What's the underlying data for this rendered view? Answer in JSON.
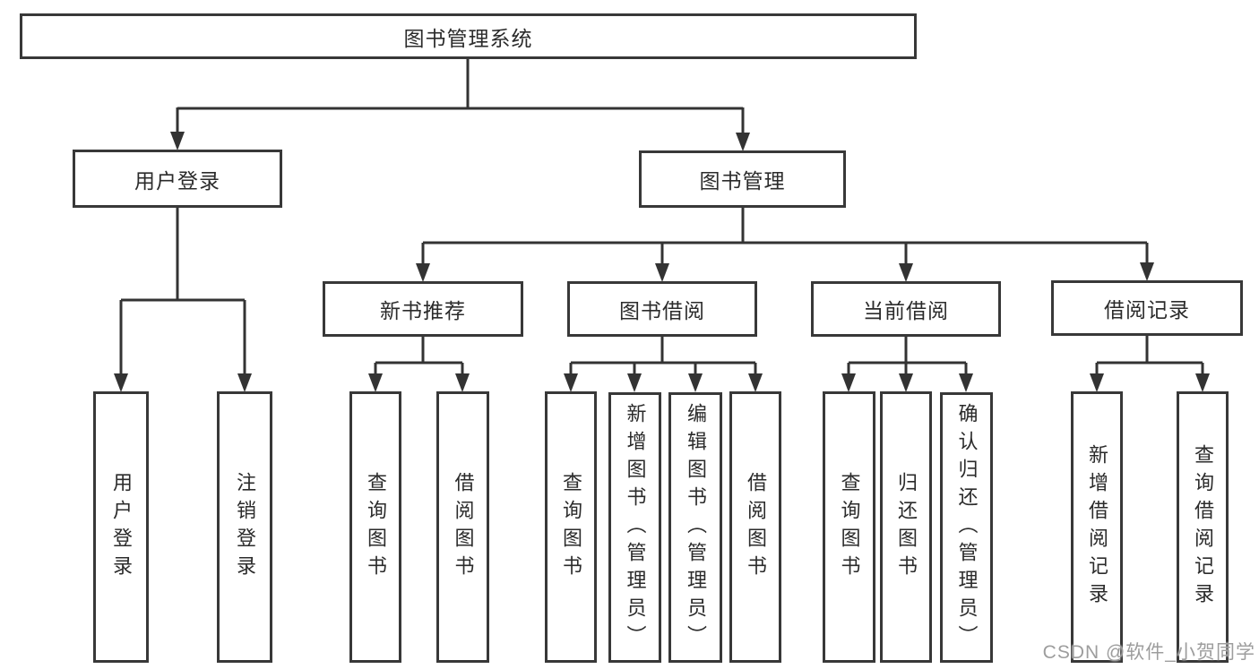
{
  "diagram": {
    "title_node": {
      "label": "图书管理系统"
    },
    "branches": [
      {
        "label": "用户登录",
        "children": [
          {
            "label": "用户登录"
          },
          {
            "label": "注销登录"
          }
        ]
      },
      {
        "label": "图书管理",
        "children": [
          {
            "label": "新书推荐",
            "children": [
              {
                "label": "查询图书"
              },
              {
                "label": "借阅图书"
              }
            ]
          },
          {
            "label": "图书借阅",
            "children": [
              {
                "label": "查询图书"
              },
              {
                "label": "新增图书（管理员）"
              },
              {
                "label": "编辑图书（管理员）"
              },
              {
                "label": "借阅图书"
              }
            ]
          },
          {
            "label": "当前借阅",
            "children": [
              {
                "label": "查询图书"
              },
              {
                "label": "归还图书"
              },
              {
                "label": "确认归还（管理员）"
              }
            ]
          },
          {
            "label": "借阅记录",
            "children": [
              {
                "label": "新增借阅记录"
              },
              {
                "label": "查询借阅记录"
              }
            ]
          }
        ]
      }
    ]
  },
  "watermark": {
    "text": "CSDN @软件_小贺同学"
  },
  "colors": {
    "line": "#333333",
    "border": "#383838",
    "text": "#2b2b2b",
    "watermark": "#9d9d9d",
    "background": "#ffffff"
  }
}
